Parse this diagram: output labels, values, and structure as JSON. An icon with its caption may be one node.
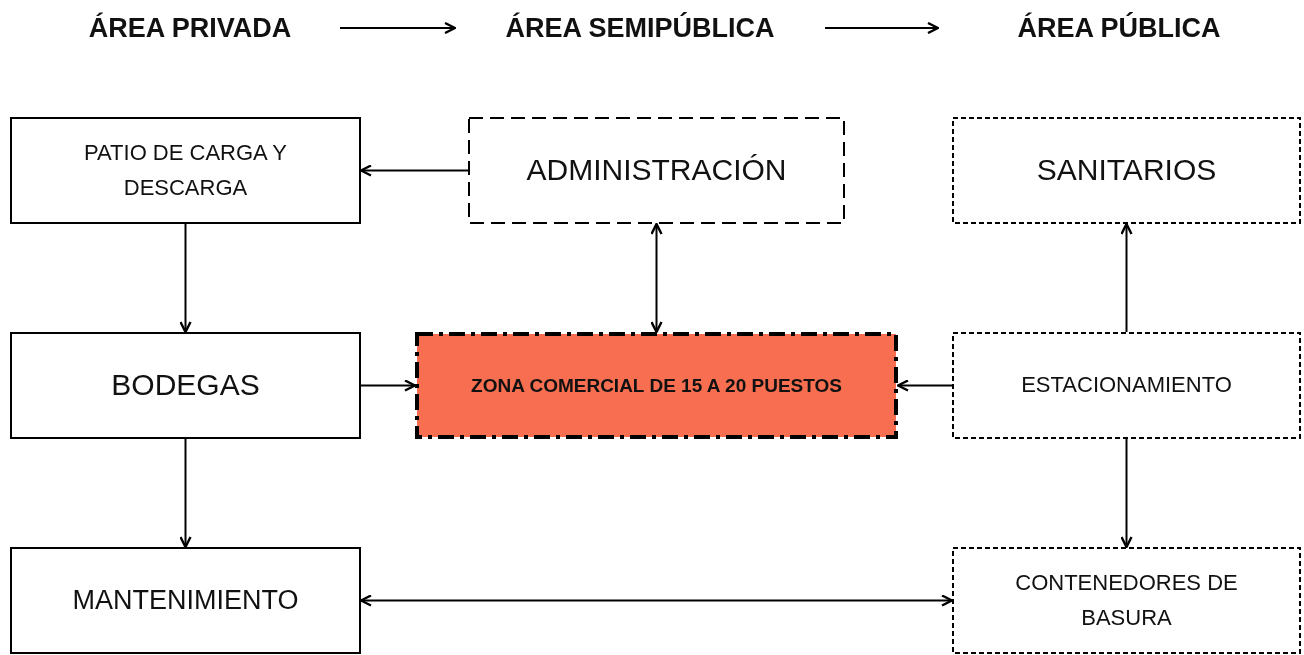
{
  "diagram": {
    "nodes": [
      {
        "text": [
          "ÁREA PRIVADA"
        ]
      },
      {
        "text": [
          "ÁREA SEMIPÚBLICA"
        ]
      },
      {
        "text": [
          "ÁREA PÚBLICA"
        ]
      },
      {
        "text": [
          "PATIO DE CARGA Y DESCARGA"
        ]
      },
      {
        "text": [
          "ADMINISTRACIÓN"
        ]
      },
      {
        "text": [
          "SANITARIOS"
        ]
      },
      {
        "text": [
          "BODEGAS"
        ]
      },
      {
        "text": [
          "ZONA COMERCIAL DE 15 A 20 PUESTOS"
        ]
      },
      {
        "text": [
          "ESTACIONAMIENTO"
        ]
      },
      {
        "text": [
          "MANTENIMIENTO"
        ]
      },
      {
        "text": [
          "CONTENEDORES DE BASURA"
        ]
      }
    ],
    "edges": [
      {
        "from": 0,
        "to": 1,
        "arrow": "to"
      },
      {
        "from": 1,
        "to": 2,
        "arrow": "to"
      },
      {
        "from": 4,
        "to": 3,
        "arrow": "to"
      },
      {
        "from": 3,
        "to": 6,
        "arrow": "to"
      },
      {
        "from": 4,
        "to": 7,
        "arrow": "both"
      },
      {
        "from": 6,
        "to": 7,
        "arrow": "to"
      },
      {
        "from": 8,
        "to": 7,
        "arrow": "to"
      },
      {
        "from": 8,
        "to": 5,
        "arrow": "to"
      },
      {
        "from": 8,
        "to": 10,
        "arrow": "to"
      },
      {
        "from": 6,
        "to": 9,
        "arrow": "to"
      },
      {
        "from": 9,
        "to": 10,
        "arrow": "both"
      }
    ]
  }
}
